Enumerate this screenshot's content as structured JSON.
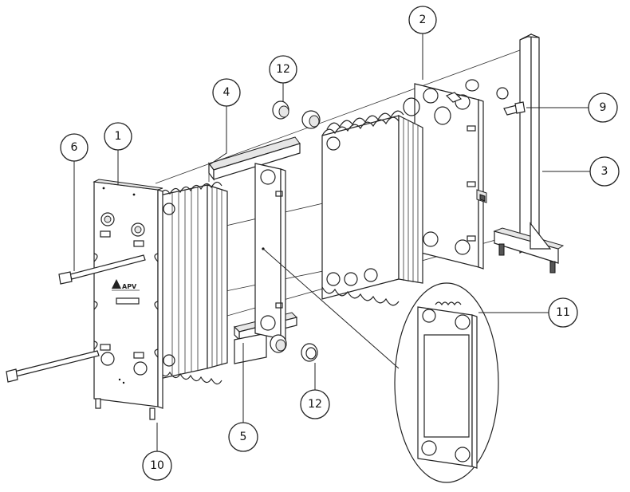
{
  "logo": {
    "text": "APV"
  },
  "callouts": [
    {
      "id": "1",
      "label": "1"
    },
    {
      "id": "2",
      "label": "2"
    },
    {
      "id": "3",
      "label": "3"
    },
    {
      "id": "4",
      "label": "4"
    },
    {
      "id": "5",
      "label": "5"
    },
    {
      "id": "6",
      "label": "6"
    },
    {
      "id": "9",
      "label": "9"
    },
    {
      "id": "10",
      "label": "10"
    },
    {
      "id": "11",
      "label": "11"
    },
    {
      "id": "12a",
      "label": "12"
    },
    {
      "id": "12b",
      "label": "12"
    }
  ]
}
